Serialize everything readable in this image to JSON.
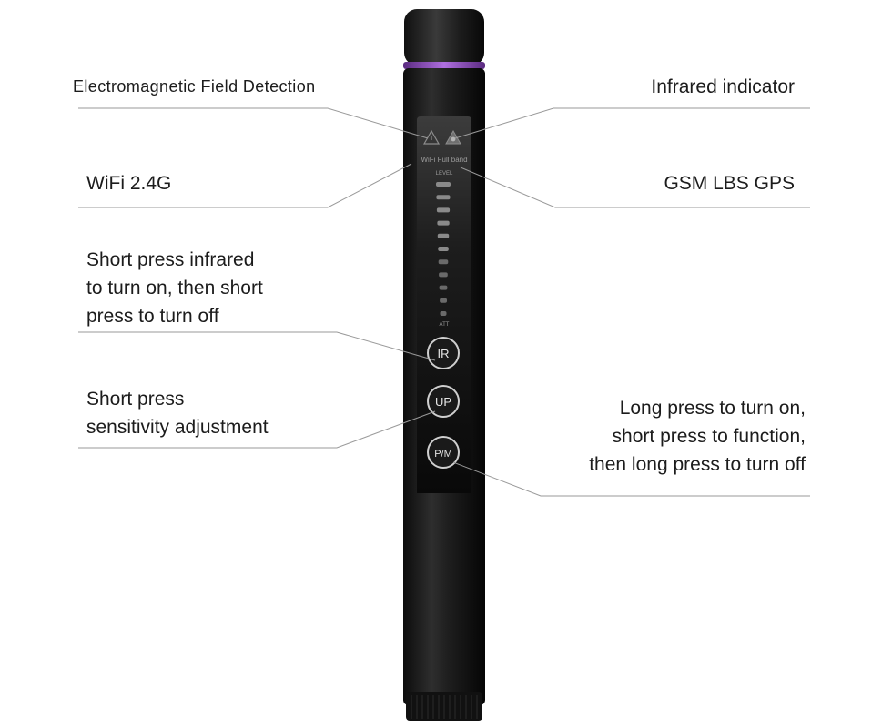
{
  "labels": {
    "emf": "Electromagnetic Field Detection",
    "infrared": "Infrared indicator",
    "wifi": "WiFi 2.4G",
    "gsm": "GSM LBS GPS",
    "ir_button": [
      "Short press infrared",
      "to turn on, then short",
      "press to turn off"
    ],
    "up_button": [
      "Short press",
      "sensitivity adjustment"
    ],
    "pm_button": [
      "Long press to turn on,",
      "short press to function,",
      "then long press to turn off"
    ]
  },
  "device": {
    "panel_title": "WiFi Full band",
    "level_label": "LEVEL",
    "att_label": "ATT",
    "buttons": {
      "ir": "IR",
      "up": "UP",
      "pm": "P/M"
    },
    "accent_ring_color": "#8a3fc0",
    "level_bar_count": 11
  }
}
